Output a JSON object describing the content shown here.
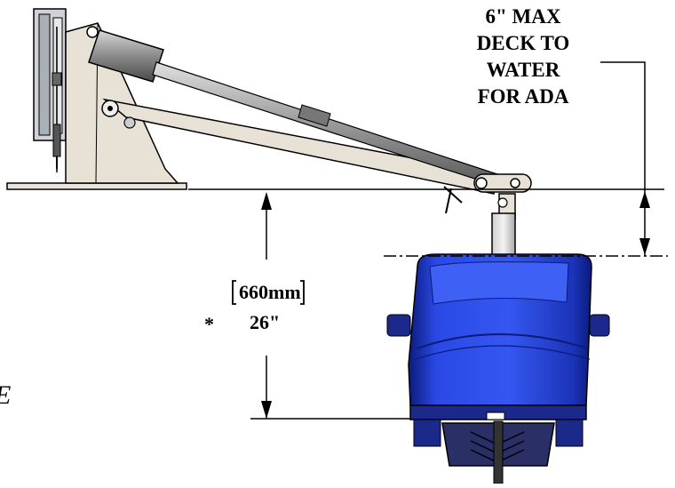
{
  "ada_note": {
    "lines": [
      "6\" MAX",
      "DECK TO",
      "WATER",
      "FOR ADA"
    ]
  },
  "seat_height_dimension": {
    "metric": "660mm",
    "imperial": "26\"",
    "marker": "*"
  },
  "edge_fragment": "E",
  "colors": {
    "line": "#000000",
    "seat_blue": "#2244dd",
    "seat_dark_blue": "#0d1f8a",
    "frame_beige": "#e8e2d6",
    "cylinder_grey": "#8c8c8c",
    "footrest_navy": "#2a2f66"
  }
}
